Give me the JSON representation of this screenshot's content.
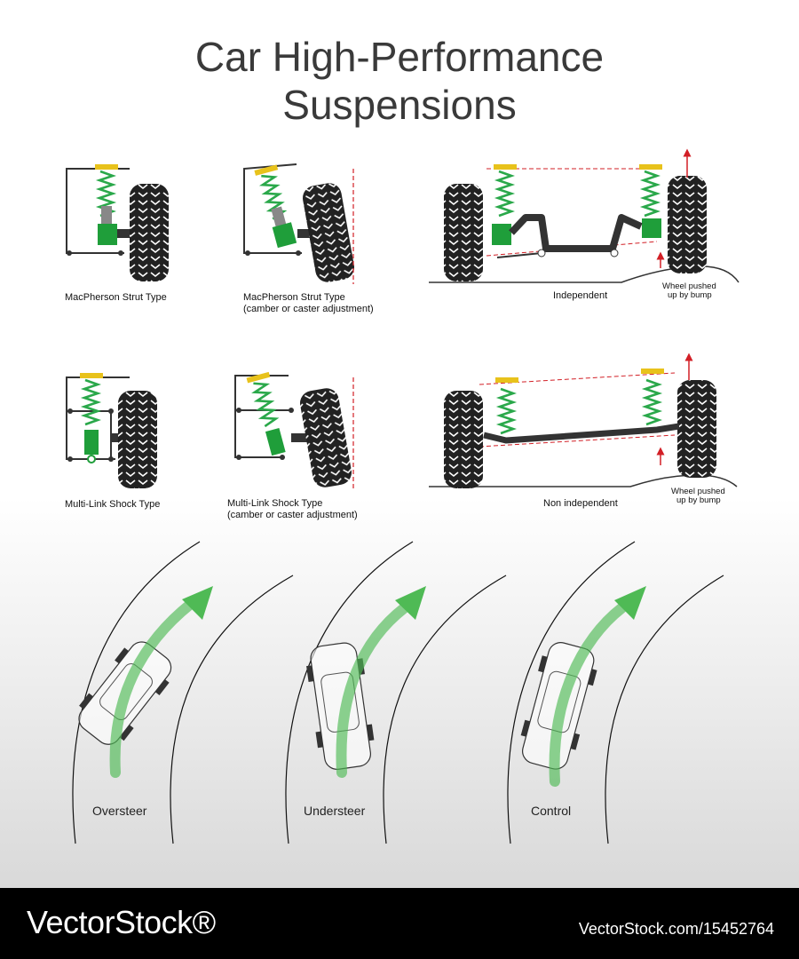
{
  "title": {
    "line1": "Car High-Performance",
    "line2": "Suspensions"
  },
  "diagrams": {
    "macpherson": "MacPherson Strut Type",
    "macpherson_camber": [
      "MacPherson Strut Type",
      "(camber or caster adjustment)"
    ],
    "independent": "Independent",
    "multilink": "Multi-Link Shock Type",
    "multilink_camber": [
      "Multi-Link Shock Type",
      "(camber or caster adjustment)"
    ],
    "non_independent": "Non independent",
    "bump_note": [
      "Wheel pushed",
      "up by bump"
    ]
  },
  "steering": {
    "oversteer": "Oversteer",
    "understeer": "Understeer",
    "control": "Control"
  },
  "watermark": {
    "brand": "VectorStock®",
    "id": "VectorStock.com/15452764"
  },
  "colors": {
    "spring": "#2aa84a",
    "body": "#1f9e3a",
    "cap": "#e8c21b",
    "tire": "#222222",
    "arrow": "#4fba55",
    "red": "#d21f26"
  }
}
